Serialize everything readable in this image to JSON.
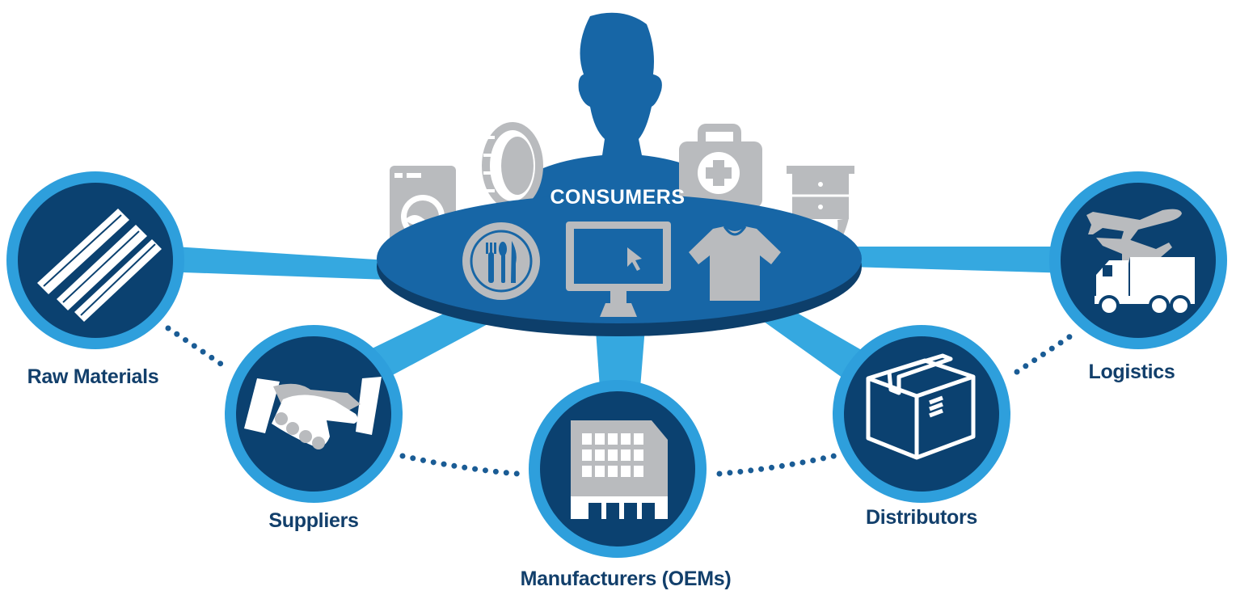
{
  "center": {
    "title": "CONSUMERS"
  },
  "nodes": [
    {
      "label": "Raw Materials",
      "icon": "wood-planks-icon"
    },
    {
      "label": "Suppliers",
      "icon": "handshake-icon"
    },
    {
      "label": "Manufacturers (OEMs)",
      "icon": "factory-icon"
    },
    {
      "label": "Distributors",
      "icon": "box-icon"
    },
    {
      "label": "Logistics",
      "icon": "plane-truck-icon"
    }
  ],
  "consumer_products": [
    "washing-machine-icon",
    "tire-icon",
    "first-aid-kit-icon",
    "nightstand-icon",
    "dinner-plate-icon",
    "computer-monitor-icon",
    "t-shirt-icon"
  ],
  "colors": {
    "dark_navy": "#0b4170",
    "ring_blue": "#2e9fdc",
    "connector_blue": "#35a8e0",
    "consumer_blue": "#1766a6",
    "platform_dark": "#0d3f6b",
    "product_gray": "#b9bbbe",
    "label_navy": "#123f6b",
    "dots": "#1a5c95"
  }
}
